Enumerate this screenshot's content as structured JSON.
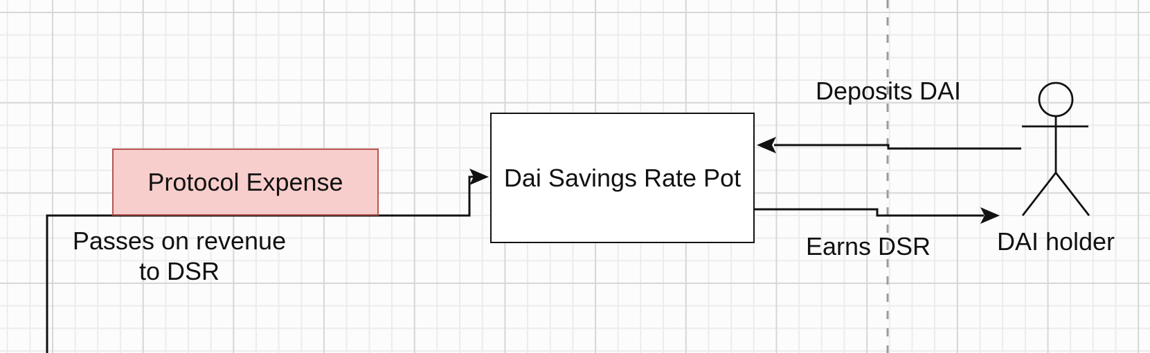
{
  "diagram": {
    "nodes": {
      "protocol_expense": {
        "label": "Protocol Expense",
        "fill": "#f8cecc",
        "border": "#b85450"
      },
      "dai_savings_rate_pot": {
        "label": "Dai Savings Rate Pot",
        "fill": "#ffffff",
        "border": "#111111"
      },
      "dai_holder": {
        "type": "actor-stick-figure",
        "label": "DAI holder"
      }
    },
    "edge_labels": {
      "passes_on_revenue": "Passes on revenue\nto DSR",
      "deposits_dai": "Deposits DAI",
      "earns_dsr": "Earns DSR"
    },
    "palette": {
      "stroke": "#111111",
      "dashed_guide": "#9b9b9b",
      "grid_minor": "#ececec",
      "grid_major": "#d7d7d7",
      "background": "#fcfcfc"
    }
  }
}
